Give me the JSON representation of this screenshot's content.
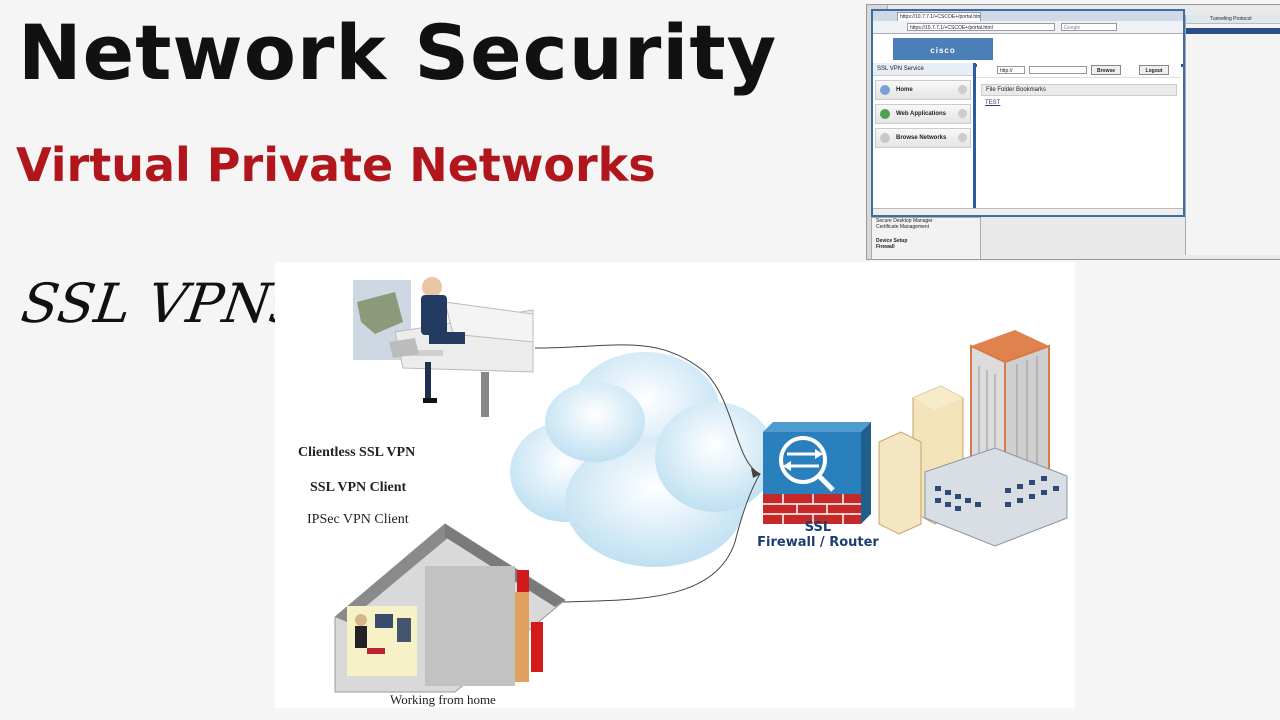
{
  "title": "Network Security",
  "subtitle": "Virtual Private Networks",
  "topic": "SSL VPNs",
  "diagram": {
    "vpn_types": [
      "Clientless SSL VPN",
      "SSL VPN Client",
      "IPSec VPN Client"
    ],
    "home_label": "Working from home",
    "firewall_label_line1": "SSL",
    "firewall_label_line2": "Firewall / Router"
  },
  "screenshot": {
    "tab_title": "https://10.7.7.1/+CSCOE+/portal.html",
    "url": "https://10.7.7.1/+CSCOE+/portal.html",
    "search_placeholder": "Google",
    "logo": "cisco",
    "service_title": "SSL VPN Service",
    "menu": [
      "Home",
      "Web Applications",
      "Browse Networks"
    ],
    "address_prefix": "http://",
    "browse_button": "Browse",
    "logout_button": "Logout",
    "bookmarks_header": "File Folder Bookmarks",
    "bookmark_item": "TEST",
    "tree_items": [
      "Secure Desktop Manager",
      "Certificate Management",
      "Device Setup",
      "Firewall"
    ],
    "right_header": "Tunneling Protocol"
  }
}
